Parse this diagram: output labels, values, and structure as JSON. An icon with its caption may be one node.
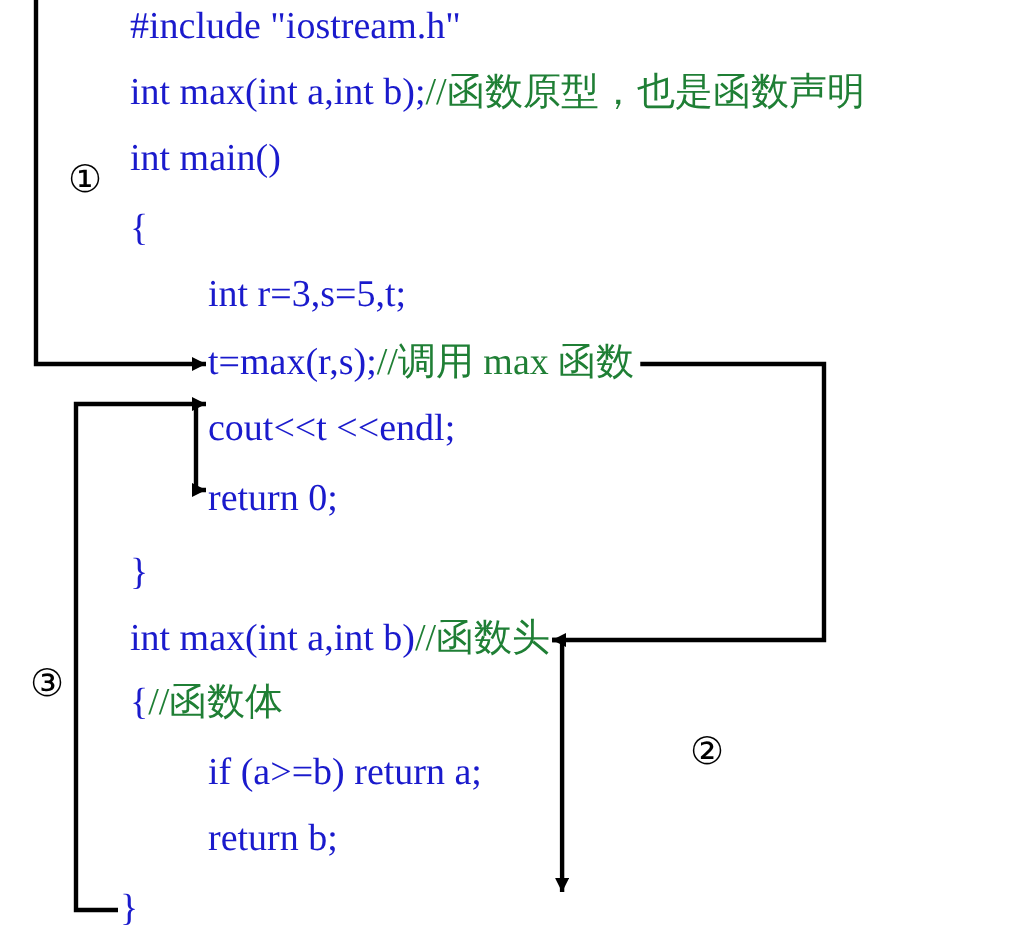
{
  "diagram": {
    "nodes": [
      {
        "text": [
          "#include \"iostream.h\""
        ]
      },
      {
        "text": [
          "int max(int a,int b);",
          "//函数原型，也是函数声明"
        ]
      },
      {
        "text": [
          "int main()"
        ]
      },
      {
        "text": [
          "{"
        ]
      },
      {
        "text": [
          "int r=3,s=5,t;"
        ]
      },
      {
        "text": [
          "t=max(r,s);",
          "//调用 max 函数"
        ]
      },
      {
        "text": [
          "cout<<t <<endl;"
        ]
      },
      {
        "text": [
          "return 0;"
        ]
      },
      {
        "text": [
          "}"
        ]
      },
      {
        "text": [
          "int max(int a,int b)",
          "//函数头"
        ]
      },
      {
        "text": [
          "{",
          "//函数体"
        ]
      },
      {
        "text": [
          "if (a>=b) return a;"
        ]
      },
      {
        "text": [
          "return b;"
        ]
      },
      {
        "text": [
          "}"
        ]
      }
    ],
    "edges": [
      {
        "from": null,
        "to": 5,
        "arrow": "to",
        "label": "①"
      },
      {
        "from": 5,
        "to": 9,
        "arrow": "to"
      },
      {
        "from": 9,
        "to": null,
        "arrow": "to",
        "label": "②"
      },
      {
        "from": 13,
        "to": 6,
        "arrow": "to",
        "label": "③"
      },
      {
        "from": 6,
        "to": 7,
        "arrow": "to"
      }
    ]
  }
}
